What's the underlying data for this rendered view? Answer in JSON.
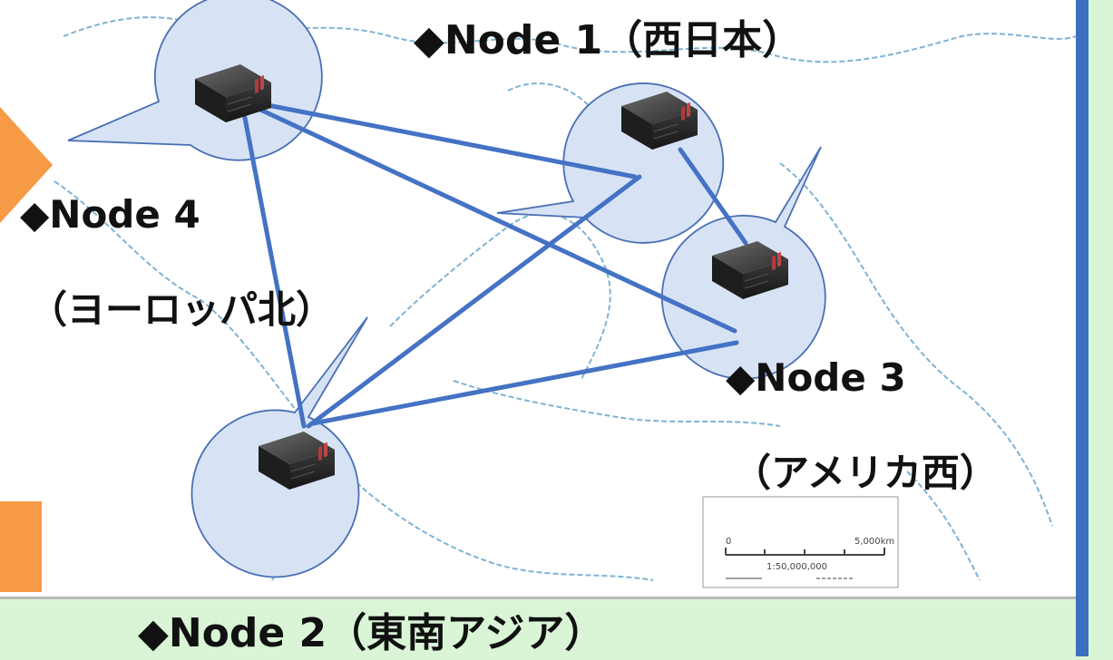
{
  "colors": {
    "background": "#d9f5d6",
    "map_fill": "#ffffff",
    "map_border": "#c4c4c4",
    "coast": "#7fb3d3",
    "bubble_fill": "#d7e3f5",
    "bubble_stroke": "#4a6fb5",
    "link": "#4472c4",
    "accent_orange": "#f79a45",
    "frame_blue": "#3c6fc0"
  },
  "nodes": [
    {
      "id": "node-1",
      "title": "◆Node 1（西日本）",
      "subtitle": ""
    },
    {
      "id": "node-2",
      "title": "◆Node 2（東南アジア）",
      "subtitle": ""
    },
    {
      "id": "node-3",
      "title": "◆Node 3",
      "subtitle": "（アメリカ西）"
    },
    {
      "id": "node-4",
      "title": "◆Node 4",
      "subtitle": "（ヨーロッパ北）"
    }
  ],
  "connections": [
    [
      "node-4",
      "node-1"
    ],
    [
      "node-4",
      "node-2"
    ],
    [
      "node-4",
      "node-3"
    ],
    [
      "node-1",
      "node-3"
    ],
    [
      "node-1",
      "node-2"
    ],
    [
      "node-2",
      "node-3"
    ]
  ],
  "scale_bar": {
    "max_label": "5,000km",
    "ratio": "1:50,000,000"
  },
  "icons": {
    "server": "server-icon"
  }
}
